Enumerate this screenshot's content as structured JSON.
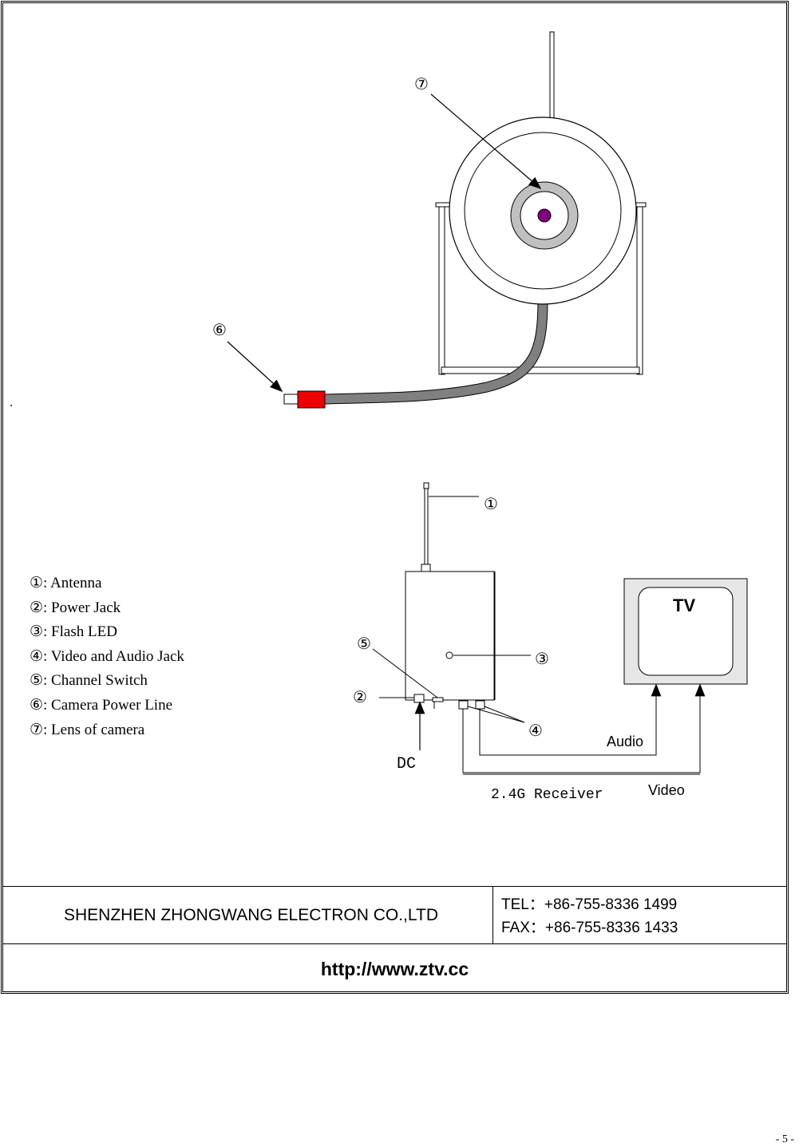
{
  "callouts": {
    "c1": "①",
    "c2": "②",
    "c3": "③",
    "c4": "④",
    "c5": "⑤",
    "c6": "⑥",
    "c7": "⑦"
  },
  "dot": ".",
  "receiver": {
    "dc_label": "DC",
    "title": "2.4G Receiver",
    "audio_label": "Audio",
    "video_label": "Video"
  },
  "tv": {
    "label": "TV"
  },
  "legend": [
    "①: Antenna",
    "②: Power Jack",
    "③: Flash LED",
    "④: Video and Audio Jack",
    "⑤: Channel Switch",
    "⑥: Camera Power Line",
    "⑦: Lens of camera"
  ],
  "footer": {
    "company": "SHENZHEN ZHONGWANG ELECTRON CO.,LTD",
    "tel": "TEL：+86-755-8336 1499",
    "fax": "FAX：+86-755-8336 1433",
    "website": "http://www.ztv.cc"
  },
  "page_number": "- 5 -",
  "colors": {
    "plug_red": "#ee0000",
    "lens_purple": "#800080",
    "cable_gray": "#808080",
    "tv_bezel": "#e6e6e6",
    "lens_ring": "#c0c0c0"
  }
}
